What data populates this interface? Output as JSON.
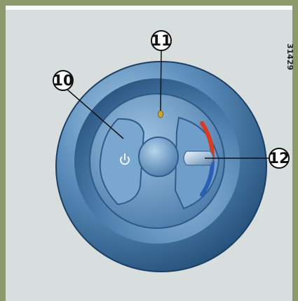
{
  "figure": {
    "reference_number": "31429",
    "colors": {
      "frame": "#8c9a6b",
      "background": "#d8dddd",
      "dial_dark": "#2e5e8a",
      "dial_light": "#8fb8d8",
      "hot": "#d93a22",
      "cold": "#2a5fb5",
      "indicator": "#c9a43a"
    },
    "callouts": [
      {
        "id": "callout-10",
        "label": "10",
        "target": "power-button"
      },
      {
        "id": "callout-11",
        "label": "11",
        "target": "indicator-light"
      },
      {
        "id": "callout-12",
        "label": "12",
        "target": "temperature-knob"
      }
    ],
    "icons": {
      "power": "power-icon"
    }
  }
}
